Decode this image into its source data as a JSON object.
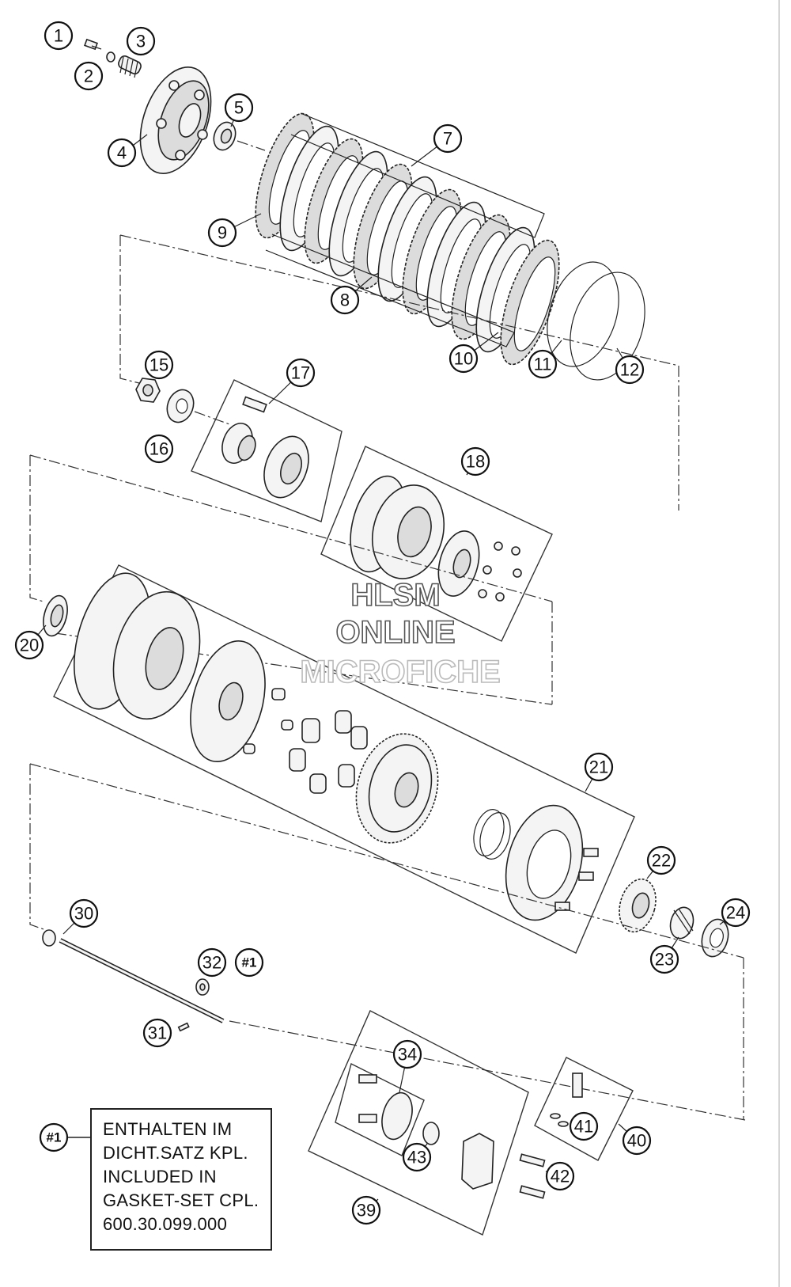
{
  "watermark": {
    "line1": "HLSM",
    "line2": "ONLINE",
    "line3": "MICROFICHE"
  },
  "callouts": {
    "c1": "1",
    "c2": "2",
    "c3": "3",
    "c4": "4",
    "c5": "5",
    "c7": "7",
    "c8": "8",
    "c9": "9",
    "c10": "10",
    "c11": "11",
    "c12": "12",
    "c15": "15",
    "c16": "16",
    "c17": "17",
    "c18": "18",
    "c20": "20",
    "c21": "21",
    "c22": "22",
    "c23": "23",
    "c24": "24",
    "c30": "30",
    "c31": "31",
    "c32": "32",
    "c32ref": "#1",
    "c34": "34",
    "c39": "39",
    "c40": "40",
    "c41": "41",
    "c42": "42",
    "c43": "43",
    "note_ref": "#1"
  },
  "note": {
    "line1": "ENTHALTEN IM",
    "line2": "DICHT.SATZ KPL.",
    "line3": "INCLUDED IN",
    "line4": "GASKET-SET CPL.",
    "line5": "600.30.099.000"
  }
}
